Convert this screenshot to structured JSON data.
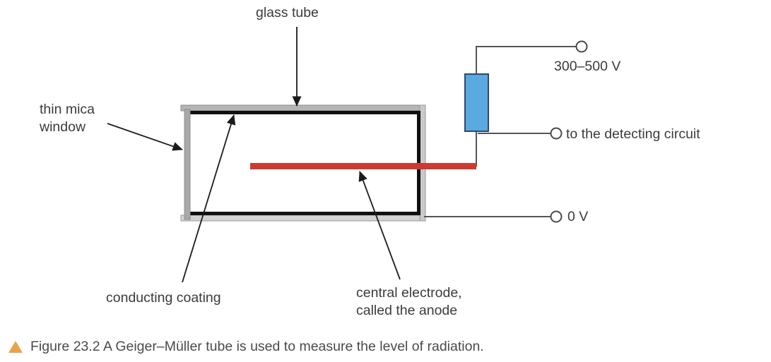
{
  "figure": {
    "caption_marker": "triangle-marker",
    "caption": "Figure 23.2 A Geiger–Müller tube is used to measure the level of radiation.",
    "caption_marker_color": "#e8a44c"
  },
  "labels": {
    "glass_tube": "glass tube",
    "thin_mica_window_line1": "thin mica",
    "thin_mica_window_line2": "window",
    "supply_voltage": "300–500 V",
    "detecting_circuit": "to the detecting circuit",
    "zero_volts": "0 V",
    "conducting_coating": "conducting coating",
    "central_electrode_line1": "central electrode,",
    "central_electrode_line2": "called the anode"
  },
  "colors": {
    "anode_red": "#cc3a32",
    "resistor_blue": "#5aa9e0",
    "resistor_border": "#2d4a66",
    "tube_wall_gray": "#b3b3b3",
    "coating_black": "#111111",
    "wire_gray": "#555555",
    "text_gray": "#3b3b3b"
  },
  "parts": {
    "glass_tube": "glass-tube-body",
    "mica_window": "mica-window-bar",
    "conducting_coating": "conducting-coating-lines",
    "anode": "central-anode-rod",
    "resistor": "resistor-block",
    "terminal_hv": "terminal-300-500v",
    "terminal_signal": "terminal-detecting-circuit",
    "terminal_ground": "terminal-0v"
  }
}
